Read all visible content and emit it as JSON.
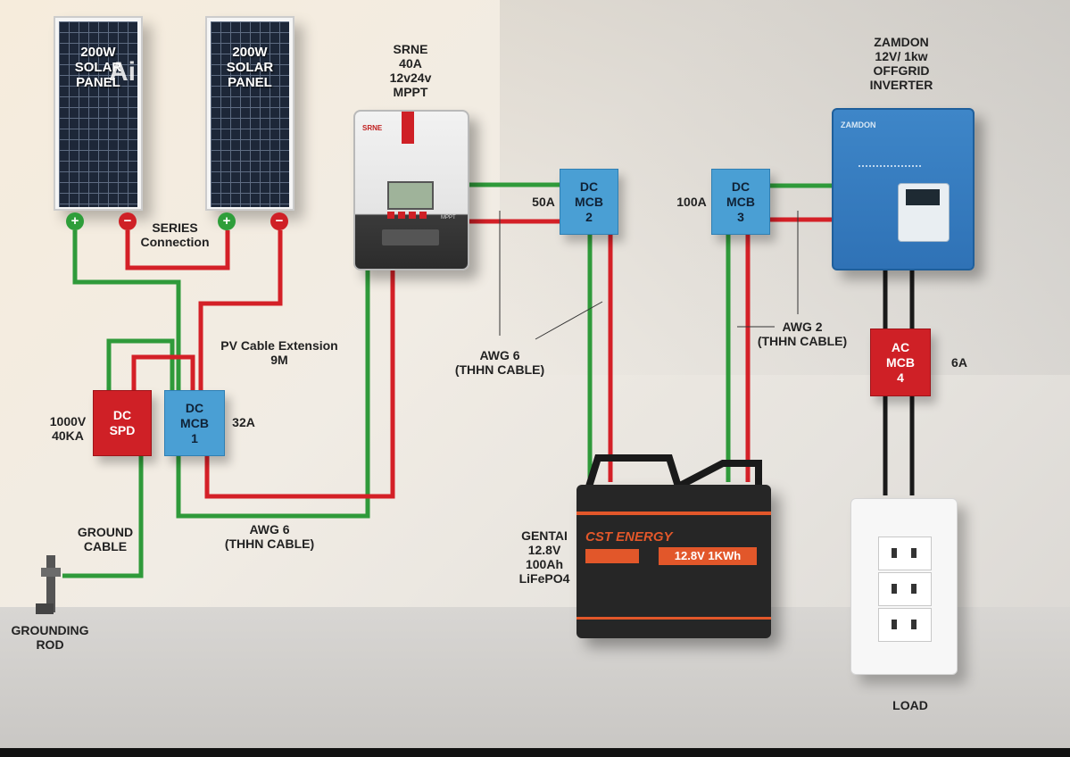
{
  "panels": [
    {
      "label": "200W\nSOLAR\nPANEL",
      "pos_terminal": "+",
      "neg_terminal": "−"
    },
    {
      "label": "200W\nSOLAR\nPANEL",
      "pos_terminal": "+",
      "neg_terminal": "−"
    }
  ],
  "watermark": "Ai",
  "series_label": "SERIES\nConnection",
  "pv_extension_label": "PV Cable Extension\n9M",
  "mppt": {
    "heading": "SRNE\n40A\n12v24v\nMPPT",
    "brand": "SRNE",
    "side_text": "MPPT"
  },
  "breakers": {
    "dc_mcb_1": {
      "label": "DC\nMCB\n1",
      "rating": "32A"
    },
    "dc_mcb_2": {
      "label": "DC\nMCB\n2",
      "rating": "50A"
    },
    "dc_mcb_3": {
      "label": "DC\nMCB\n3",
      "rating": "100A"
    },
    "ac_mcb_4": {
      "label": "AC\nMCB\n4",
      "rating": "6A"
    }
  },
  "spd": {
    "label": "DC\nSPD",
    "rating": "1000V\n40KA"
  },
  "inverter": {
    "heading": "ZAMDON\n12V/ 1kw\nOFFGRID\nINVERTER",
    "brand": "ZAMDON"
  },
  "cable_labels": {
    "awg6_mid": "AWG 6\n(THHN CABLE)",
    "awg2": "AWG 2\n(THHN CABLE)",
    "awg6_bottom": "AWG 6\n(THHN CABLE)"
  },
  "ground": {
    "cable_label": "GROUND\nCABLE",
    "rod_label": "GROUNDING\nROD"
  },
  "battery": {
    "description": "GENTAI\n12.8V\n100Ah\nLiFePO4",
    "brand": "CST ENERGY",
    "rating": "12.8V 1KWh"
  },
  "load_label": "LOAD",
  "colors": {
    "positive": "#d42027",
    "negative": "#2f9a3a",
    "ac": "#1a1a1a",
    "breaker_blue": "#4a9fd4",
    "breaker_red": "#cf2026"
  }
}
